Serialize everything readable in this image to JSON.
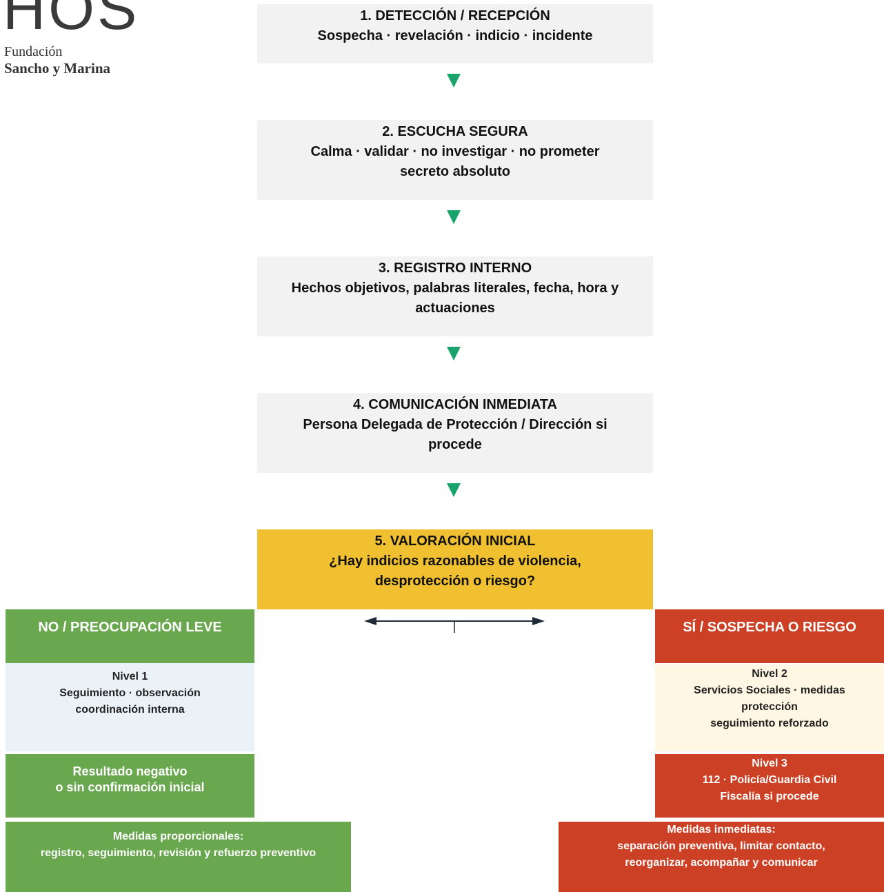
{
  "logo": {
    "mark": "HOS",
    "line1": "Fundación",
    "line2": "Sancho y Marina"
  },
  "steps": [
    {
      "title": "1. DETECCIÓN / RECEPCIÓN",
      "lines": [
        "Sospecha · revelación · indicio · incidente"
      ]
    },
    {
      "title": "2. ESCUCHA SEGURA",
      "lines": [
        "Calma · validar · no investigar · no prometer",
        "secreto absoluto"
      ]
    },
    {
      "title": "3. REGISTRO INTERNO",
      "lines": [
        "Hechos objetivos, palabras literales, fecha, hora y",
        "actuaciones"
      ]
    },
    {
      "title": "4. COMUNICACIÓN INMEDIATA",
      "lines": [
        "Persona Delegada de Protección / Dirección si",
        "procede"
      ]
    },
    {
      "title": "5. VALORACIÓN INICIAL",
      "lines": [
        "¿Hay indicios razonables de violencia,",
        "desprotección o riesgo?"
      ]
    }
  ],
  "left": {
    "heading": "NO / PREOCUPACIÓN LEVE",
    "level": {
      "title": "Nivel 1",
      "lines": [
        "Seguimiento · observación",
        "coordinación interna"
      ]
    },
    "result": {
      "lines": [
        "Resultado negativo",
        "o sin confirmación inicial"
      ]
    },
    "measures": {
      "title": "Medidas proporcionales:",
      "lines": [
        "registro, seguimiento, revisión y refuerzo preventivo"
      ]
    }
  },
  "right": {
    "heading": "SÍ / SOSPECHA O RIESGO",
    "level2": {
      "title": "Nivel 2",
      "lines": [
        "Servicios Sociales · medidas",
        "protección",
        "seguimiento reforzado"
      ]
    },
    "level3": {
      "title": "Nivel 3",
      "lines": [
        "112 · Policía/Guardia Civil",
        "Fiscalía si procede"
      ]
    },
    "measures": {
      "title": "Medidas inmediatas:",
      "lines": [
        "separación preventiva, limitar contacto,",
        "reorganizar, acompañar y comunicar"
      ]
    }
  },
  "colors": {
    "step_bg": "#f2f2f2",
    "decision_bg": "#f0c030",
    "arrow": "#1aa36b",
    "green": "#6aa84f",
    "red": "#cc4125",
    "level1_bg": "#eaf2f8",
    "level2_bg": "#fff7e3"
  }
}
